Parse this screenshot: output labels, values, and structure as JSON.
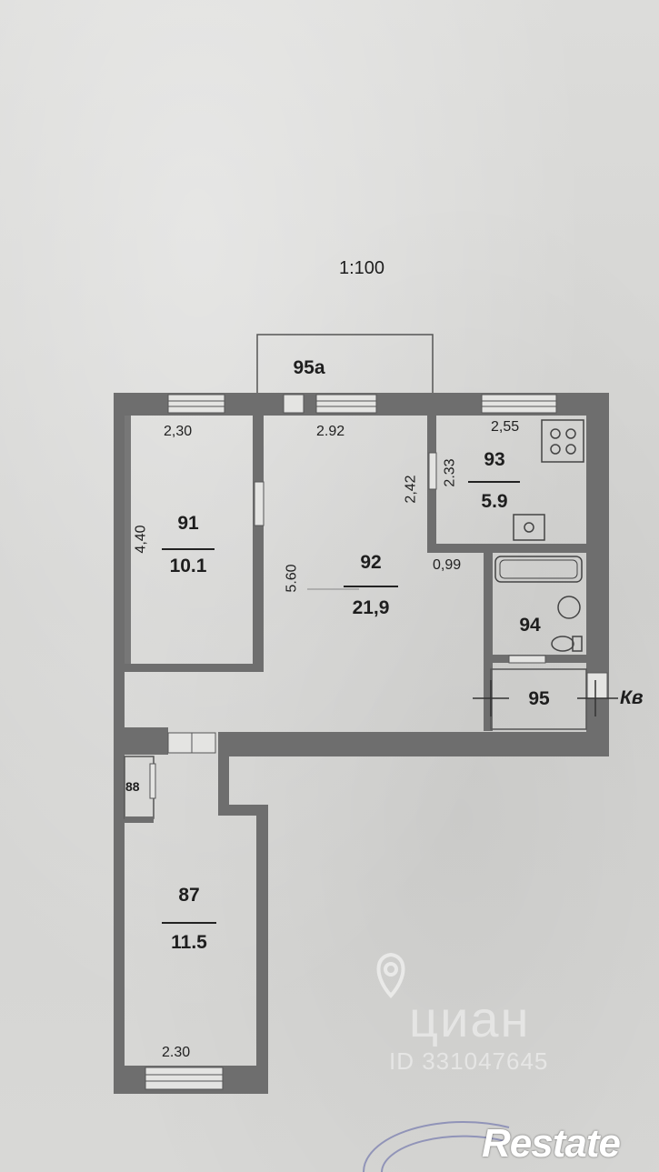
{
  "scale": "1:100",
  "rooms": [
    {
      "number": "87",
      "area": "11.5"
    },
    {
      "number": "88",
      "area": ""
    },
    {
      "number": "91",
      "area": "10.1"
    },
    {
      "number": "92",
      "area": "21,9"
    },
    {
      "number": "93",
      "area": "5.9"
    },
    {
      "number": "94",
      "area": ""
    },
    {
      "number": "95",
      "area": ""
    },
    {
      "number": "95а",
      "area": ""
    }
  ],
  "dimensions": {
    "room91_width": "2,30",
    "room91_length": "4,40",
    "room92_width": "2.92",
    "room92_length": "5.60",
    "room92_depth_a": "2,42",
    "room92_depth_b": "2.33",
    "room93_width": "2,55",
    "corridor_width": "0,99",
    "room87_width": "2.30"
  },
  "entry_label": "Кв",
  "watermark": {
    "name": "циан",
    "id": "ID 331047645"
  },
  "brand": "Restate",
  "colors": {
    "wall": "#6e6e6e",
    "paper": "#d6d6d4",
    "line": "#555555"
  }
}
